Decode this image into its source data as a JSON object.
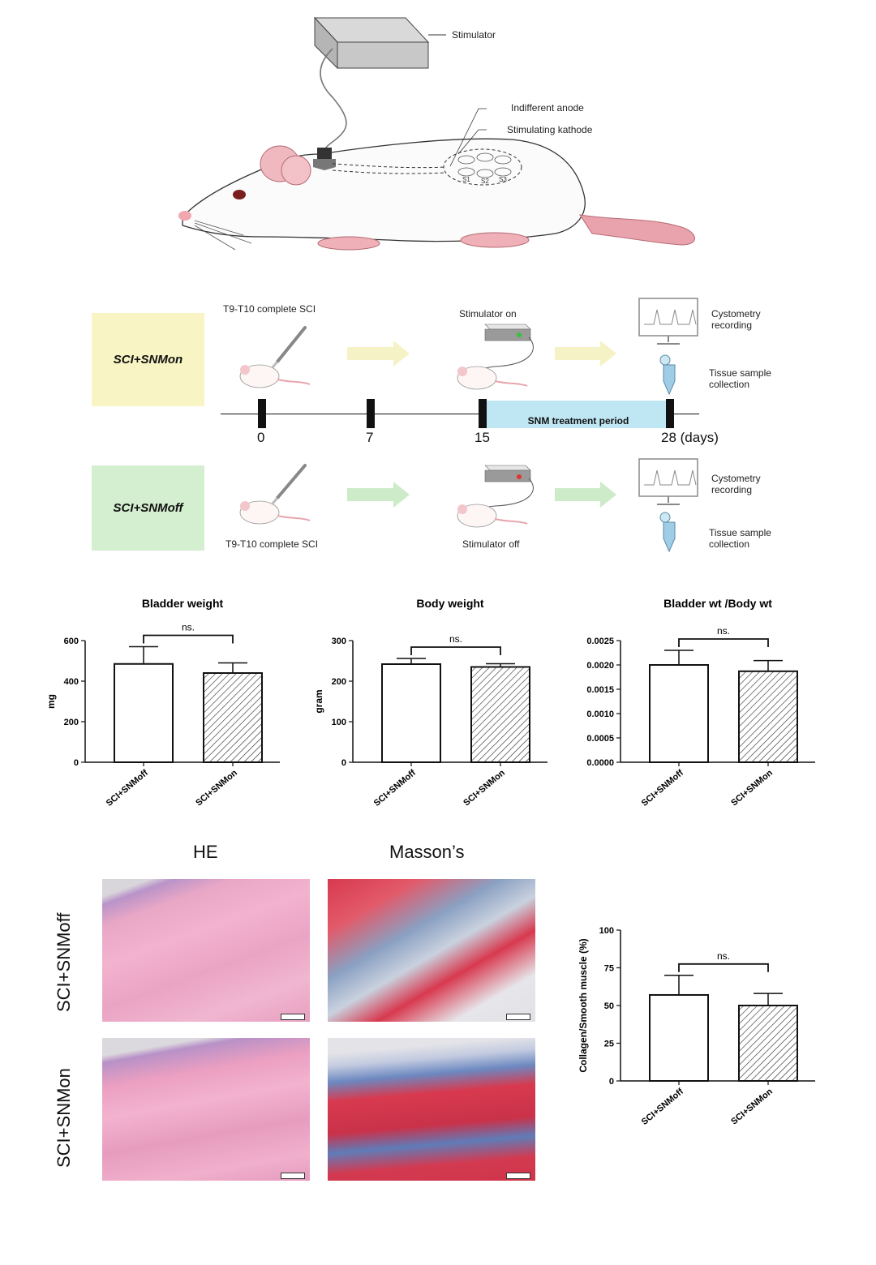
{
  "rat_diagram": {
    "labels": {
      "stimulator": "Stimulator",
      "anode": "Indifferent anode",
      "kathode": "Stimulating kathode"
    },
    "electrode_marks": [
      "S1",
      "S2",
      "S3"
    ]
  },
  "timeline": {
    "groups": [
      {
        "name": "SCI+SNMon",
        "color": "#f8f4c4",
        "surgery_label": "T9-T10 complete SCI",
        "stimulator_label": "Stimulator on",
        "stimulator_led": "#39c13a",
        "arrow_color": "#f5f2c6"
      },
      {
        "name": "SCI+SNMoff",
        "color": "#d4efcf",
        "surgery_label": "T9-T10 complete SCI",
        "stimulator_label": "Stimulator off",
        "stimulator_led": "#e23333",
        "arrow_color": "#cdebc9"
      }
    ],
    "outcomes": {
      "cystometry": "Cystometry recording",
      "tissue": "Tissue sample collection"
    },
    "days": [
      "0",
      "7",
      "15",
      "28 (days)"
    ],
    "treatment_label": "SNM treatment period",
    "treatment_color": "#bfe6f3"
  },
  "chart_data": [
    {
      "type": "bar",
      "title": "Bladder weight",
      "ylabel": "mg",
      "categories": [
        "SCI+SNMoff",
        "SCI+SNMon"
      ],
      "values": [
        485,
        440
      ],
      "errors": [
        85,
        50
      ],
      "ylim": [
        0,
        600
      ],
      "yticks": [
        "0",
        "200",
        "400",
        "600"
      ],
      "significance": "ns."
    },
    {
      "type": "bar",
      "title": "Body weight",
      "ylabel": "gram",
      "categories": [
        "SCI+SNMoff",
        "SCI+SNMon"
      ],
      "values": [
        242,
        235
      ],
      "errors": [
        14,
        8
      ],
      "ylim": [
        0,
        300
      ],
      "yticks": [
        "0",
        "100",
        "200",
        "300"
      ],
      "significance": "ns."
    },
    {
      "type": "bar",
      "title": "Bladder wt /Body wt",
      "ylabel": "",
      "categories": [
        "SCI+SNMoff",
        "SCI+SNMon"
      ],
      "values": [
        0.002,
        0.00187
      ],
      "errors": [
        0.0003,
        0.00022
      ],
      "ylim": [
        0,
        0.0025
      ],
      "yticks": [
        "0.0000",
        "0.0005",
        "0.0010",
        "0.0015",
        "0.0020",
        "0.0025"
      ],
      "significance": "ns."
    },
    {
      "type": "bar",
      "title": "",
      "ylabel": "Collagen/Smooth muscle (%)",
      "categories": [
        "SCI+SNMoff",
        "SCI+SNMon"
      ],
      "values": [
        57,
        50
      ],
      "errors": [
        13,
        8
      ],
      "ylim": [
        0,
        100
      ],
      "yticks": [
        "0",
        "25",
        "50",
        "75",
        "100"
      ],
      "significance": "ns."
    }
  ],
  "histology": {
    "columns": [
      "HE",
      "Masson’s"
    ],
    "rows": [
      "SCI+SNMoff",
      "SCI+SNMon"
    ]
  }
}
